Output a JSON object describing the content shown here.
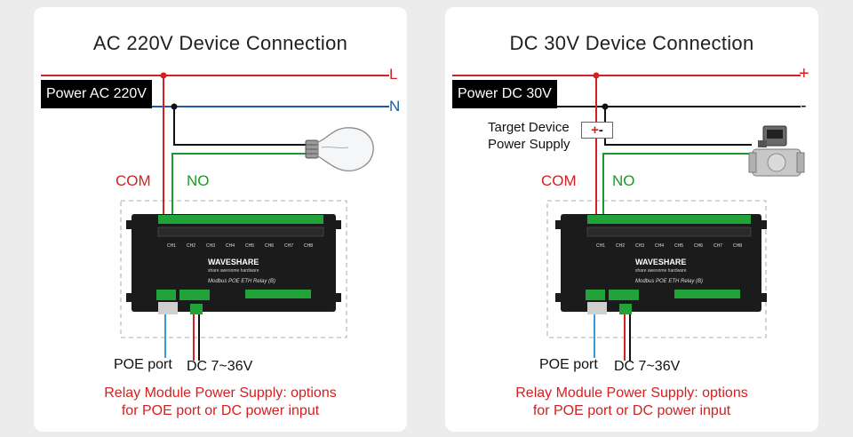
{
  "panels": [
    {
      "title": "AC 220V Device Connection",
      "power_label": "Power AC 220V",
      "line1": "L",
      "line2": "N",
      "com": "COM",
      "no": "NO",
      "poe": "POE port",
      "dc": "DC 7~36V",
      "note_line1": "Relay Module Power Supply: options",
      "note_line2": "for POE port or DC power input",
      "load": "light-bulb"
    },
    {
      "title": "DC 30V Device Connection",
      "power_label": "Power DC 30V",
      "line1": "+",
      "line2": "-",
      "target_line1": "Target Device",
      "target_line2": "Power Supply",
      "polarity_plus": "+",
      "polarity_minus": "-",
      "com": "COM",
      "no": "NO",
      "poe": "POE port",
      "dc": "DC 7~36V",
      "note_line1": "Relay Module Power Supply: options",
      "note_line2": "for POE port or DC power input",
      "load": "solenoid-valve"
    }
  ],
  "relay": {
    "brand": "WAVESHARE",
    "tagline": "share awesome hardware",
    "model": "Modbus POE ETH Relay (B)",
    "channels": [
      "CH1",
      "CH2",
      "CH3",
      "CH4",
      "CH5",
      "CH6",
      "CH7",
      "CH8"
    ]
  },
  "colors": {
    "live": "#d42020",
    "neutral": "#1f5aa8",
    "switched": "#1a9a2a",
    "signal": "#3a9ad9",
    "black": "#111111"
  }
}
